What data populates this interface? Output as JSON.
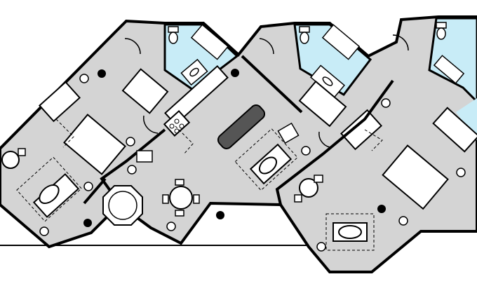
{
  "plan": {
    "units": [
      "unit-left",
      "unit-middle",
      "unit-right"
    ]
  },
  "colors": {
    "floor": "#d4d4d4",
    "bathroom": "#c8ecf7",
    "wall": "#000000",
    "furniture": "#ffffff"
  },
  "icons": [
    "bed-icon",
    "table-icon",
    "toilet-icon",
    "sink-icon",
    "chair-icon",
    "lamp-icon",
    "tub-icon",
    "stove-icon"
  ]
}
